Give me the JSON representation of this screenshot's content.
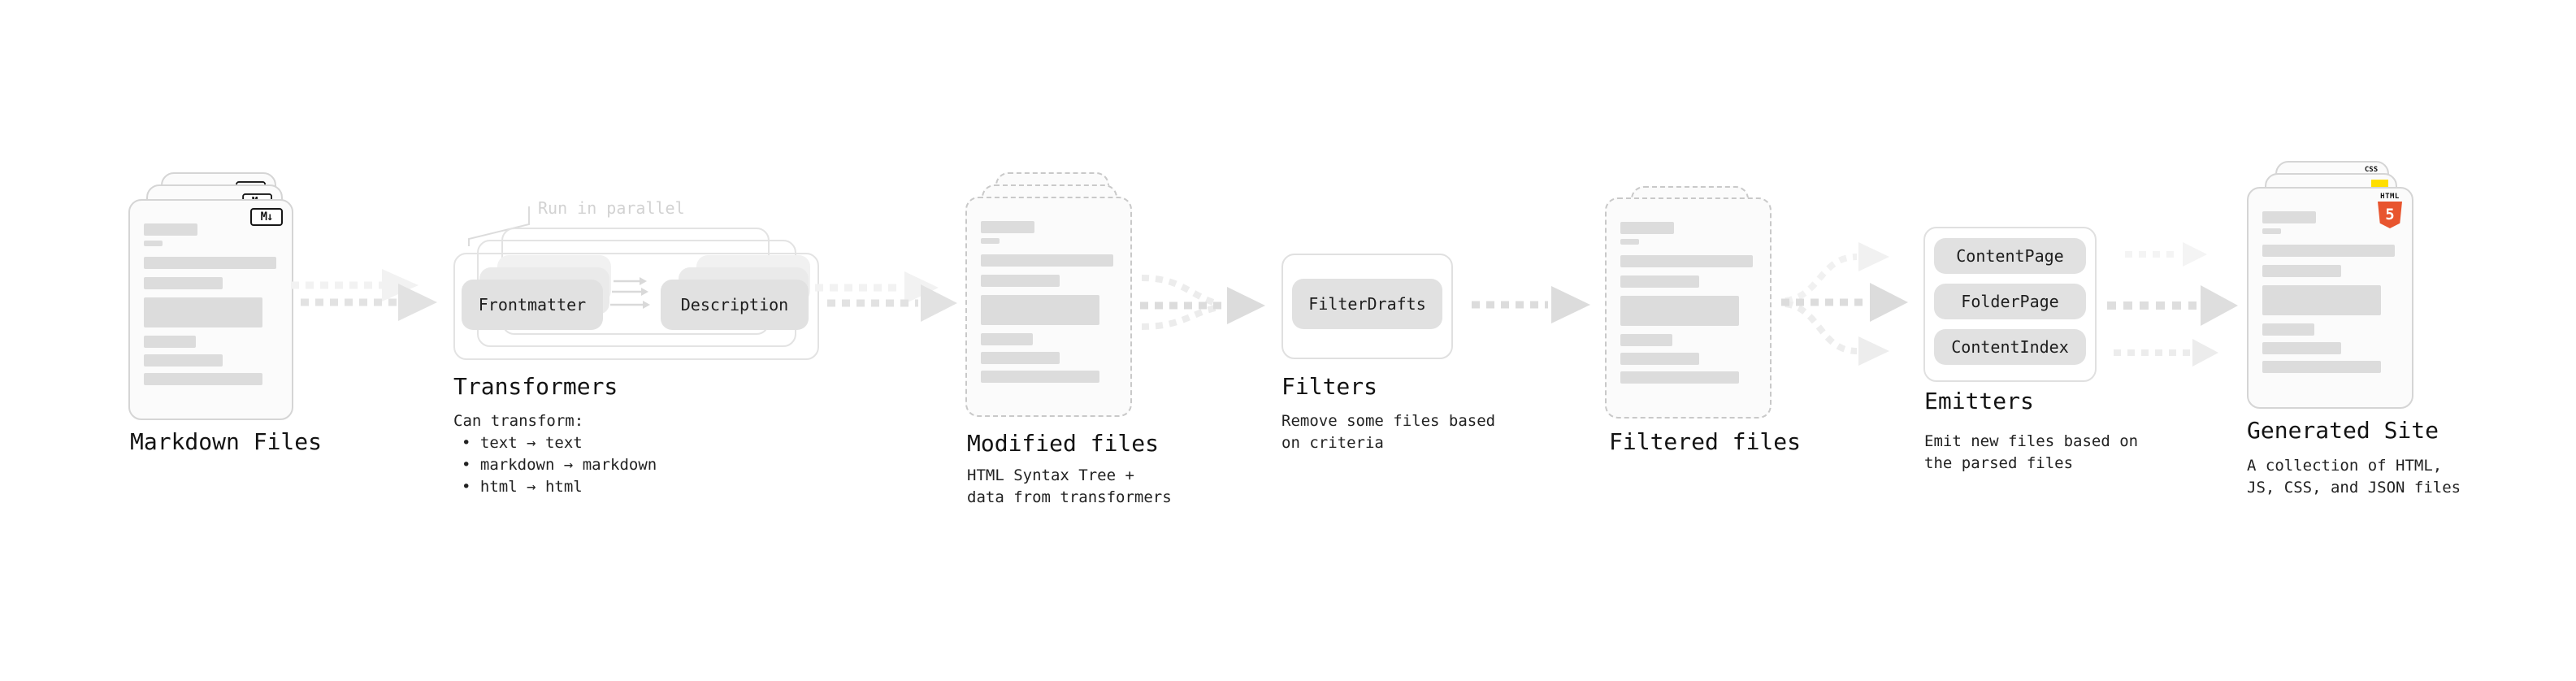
{
  "sections": {
    "markdown_files": {
      "title": "Markdown Files",
      "badge_label": "M↓"
    },
    "transformers": {
      "title": "Transformers",
      "annotation": "Run in parallel",
      "pill_frontmatter": "Frontmatter",
      "pill_description": "Description",
      "subtitle": "Can transform:",
      "bullets": [
        "• text → text",
        "• markdown → markdown",
        "• html → html"
      ]
    },
    "modified_files": {
      "title": "Modified files",
      "subtitle_lines": [
        "HTML Syntax Tree +",
        "data from transformers"
      ]
    },
    "filters": {
      "title": "Filters",
      "pill_filterdrafts": "FilterDrafts",
      "subtitle_lines": [
        "Remove some files based",
        "on criteria"
      ]
    },
    "filtered_files": {
      "title": "Filtered files"
    },
    "emitters": {
      "title": "Emitters",
      "pills": [
        "ContentPage",
        "FolderPage",
        "ContentIndex"
      ],
      "subtitle_lines": [
        "Emit new files based on",
        "the parsed files"
      ]
    },
    "generated_site": {
      "title": "Generated Site",
      "subtitle_lines": [
        "A collection of HTML,",
        "JS, CSS, and JSON files"
      ],
      "badges": {
        "html5_word": "HTML",
        "html5_number": "5",
        "css_label": "CSS"
      }
    }
  },
  "icons": {
    "markdown_icon": "M↓ boxed badge",
    "html5_icon": "orange HTML5 shield",
    "js_icon": "yellow JS square",
    "css_icon": "CSS wordmark with blue underline",
    "flow_arrow": "gray dashed arrow"
  },
  "colors": {
    "background": "#ffffff",
    "card_fill": "#fbfbfb",
    "card_border": "#d5d5d5",
    "dashed_border": "#c9c9c9",
    "placeholder_line": "#dcdcdc",
    "pill_fill": "#e1e1e1",
    "arrow_main": "#e2e2e2",
    "arrow_ghost": "#f2f2f2",
    "annotation_gray": "#d2d2d2",
    "text_dark": "#131313",
    "html5_orange": "#e8552f",
    "js_yellow": "#ffdf00",
    "css_blue": "#2c62e8"
  }
}
